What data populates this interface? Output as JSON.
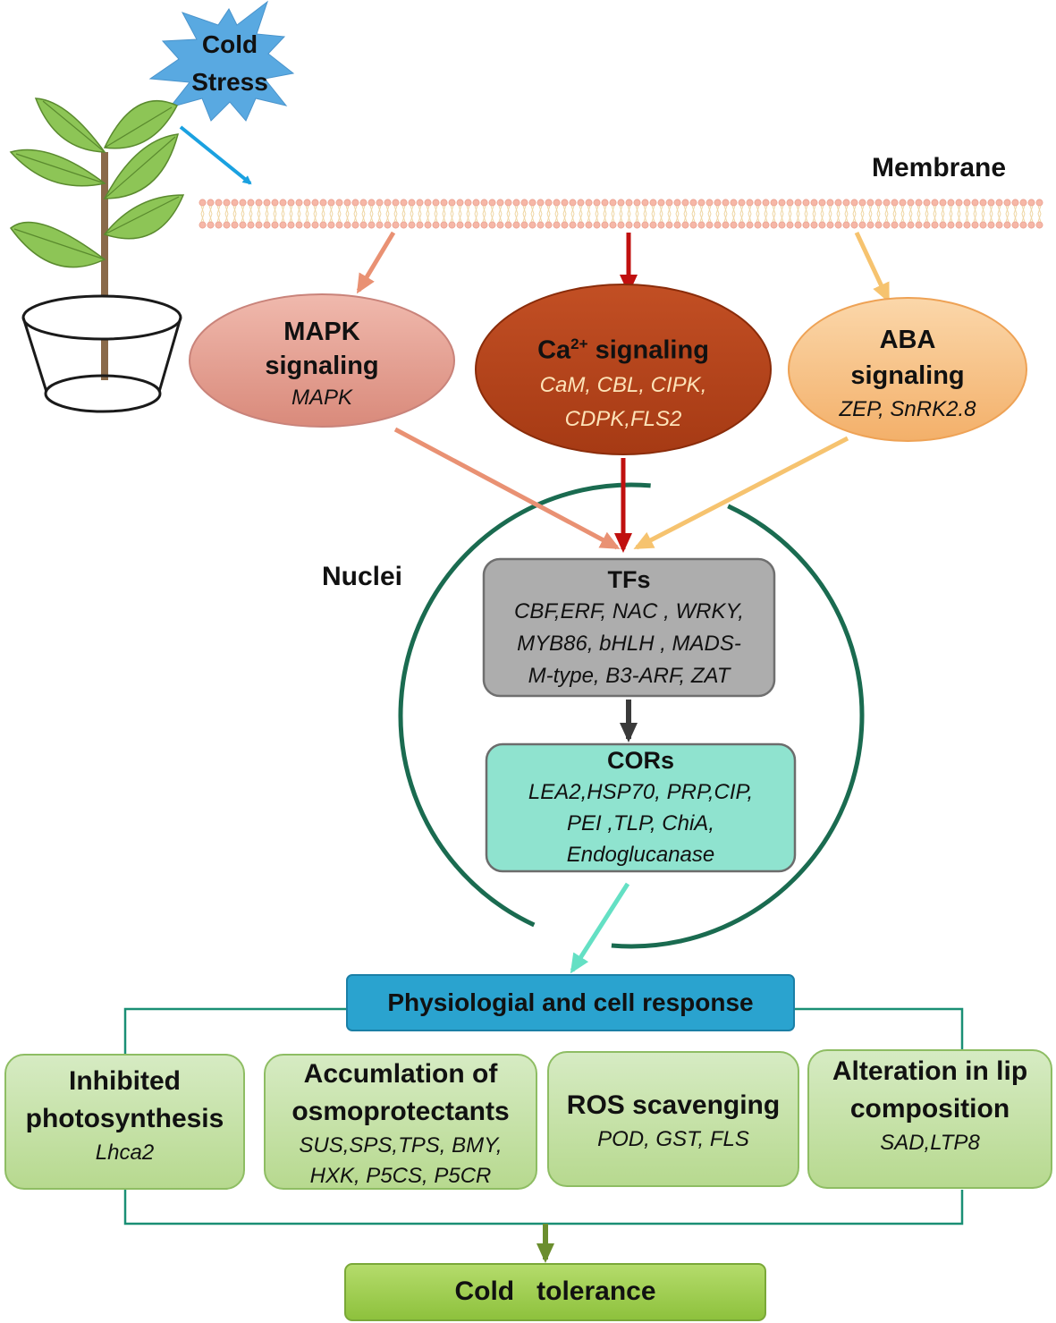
{
  "stress": {
    "line1": "Cold",
    "line2": "Stress"
  },
  "membrane_label": "Membrane",
  "nuclei_label": "Nuclei",
  "pathways": [
    {
      "title_line1": "MAPK",
      "title_line2": "signaling",
      "genes_line1": "MAPK"
    },
    {
      "title_prefix": "Ca",
      "title_sup": "2+",
      "title_suffix": " signaling",
      "genes_line1": "CaM, CBL, CIPK,",
      "genes_line2": "CDPK,FLS2"
    },
    {
      "title_line1": "ABA",
      "title_line2": "signaling",
      "genes_line1": "ZEP, SnRK2.8"
    }
  ],
  "tfs": {
    "title": "TFs",
    "genes_line1": "CBF,ERF, NAC , WRKY,",
    "genes_line2": "MYB86, bHLH , MADS-",
    "genes_line3": "M-type, B3-ARF, ZAT"
  },
  "cors": {
    "title": "CORs",
    "genes_line1": "LEA2,HSP70, PRP,CIP,",
    "genes_line2": "PEI ,TLP, ChiA,",
    "genes_line3": "Endoglucanase"
  },
  "response": {
    "label": "Physiologial and cell response"
  },
  "responses": [
    {
      "title_line1": "Inhibited",
      "title_line2": "photosynthesis",
      "genes_line1": "Lhca2"
    },
    {
      "title_line1": "Accumlation of",
      "title_line2": "osmoprotectants",
      "genes_line1": "SUS,SPS,TPS,  BMY,",
      "genes_line2": "HXK, P5CS, P5CR"
    },
    {
      "title_line1": "ROS  scavenging",
      "genes_line1": "POD, GST, FLS"
    },
    {
      "title_line1": "Alteration in lip",
      "title_line2": "composition",
      "genes_line1": "SAD,LTP8"
    }
  ],
  "outcome": {
    "label": "Cold   tolerance"
  },
  "colors": {
    "mapk": "#e8a597",
    "calcium": "#b5441c",
    "aba": "#f8c287",
    "tfs": "#adadad",
    "cors": "#8fe3cf",
    "response": "#2aa3cf",
    "green": "#b7d98f",
    "nucleus": "#1a6b50",
    "leaf": "#8dc556",
    "stem": "#8a6a4a"
  }
}
